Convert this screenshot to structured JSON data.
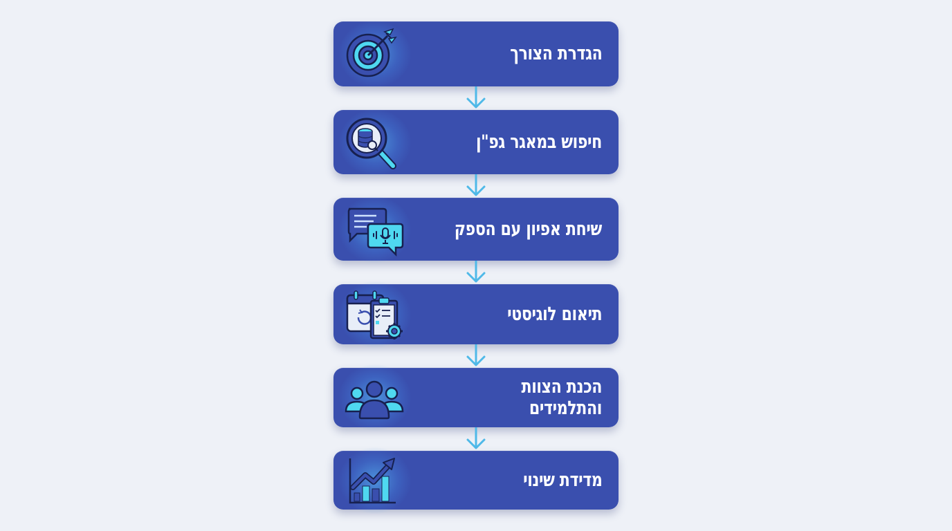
{
  "diagram": {
    "type": "vertical-flowchart",
    "colors": {
      "background": "#eef1f7",
      "box": "#3a4fae",
      "text": "#ffffff",
      "arrow": "#4fb9e8",
      "icon_accent": "#4fd8f0",
      "icon_dark": "#3a4fae",
      "icon_outline": "#17204f"
    },
    "steps": [
      {
        "label": "הגדרת הצורך",
        "icon": "target-icon"
      },
      {
        "label": "חיפוש במאגר גפ\"ן",
        "icon": "database-search-icon"
      },
      {
        "label": "שיחת אפיון עם הספק",
        "icon": "chat-microphone-icon"
      },
      {
        "label": "תיאום לוגיסטי",
        "icon": "calendar-checklist-icon"
      },
      {
        "label": "הכנת הצוות והתלמידים",
        "icon": "team-users-icon"
      },
      {
        "label": "מדידת שינוי",
        "icon": "growth-chart-icon"
      }
    ]
  }
}
